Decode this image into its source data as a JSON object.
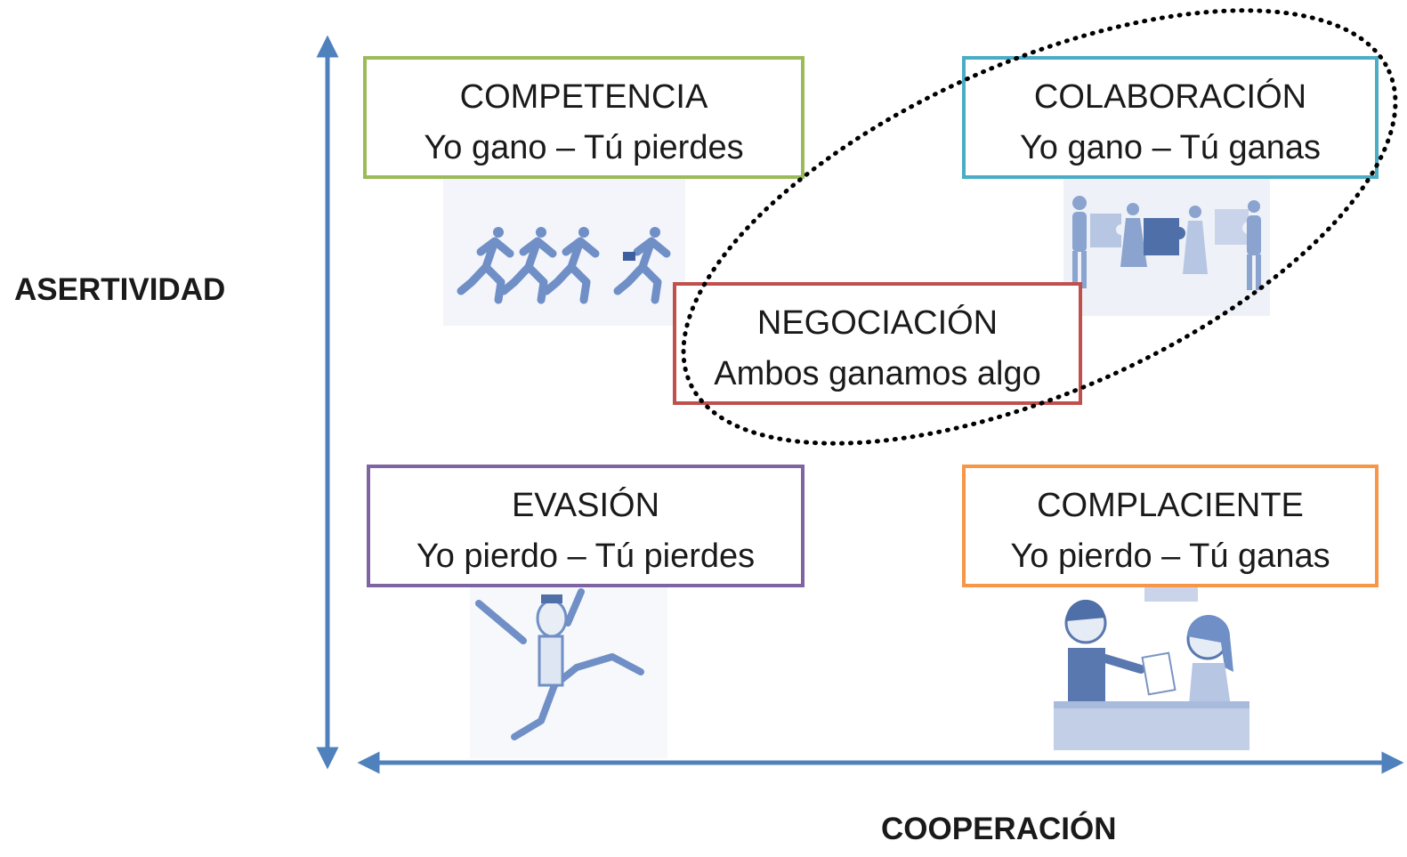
{
  "axes": {
    "y_label": "ASERTIVIDAD",
    "x_label": "COOPERACIÓN"
  },
  "styles": {
    "competencia": {
      "title": "COMPETENCIA",
      "subtitle": "Yo gano – Tú pierdes",
      "border_color": "#9bbb59",
      "illustration": "runners-icon"
    },
    "colaboracion": {
      "title": "COLABORACIÓN",
      "subtitle": "Yo gano – Tú ganas",
      "border_color": "#4bacc6",
      "illustration": "puzzle-team-icon"
    },
    "negociacion": {
      "title": "NEGOCIACIÓN",
      "subtitle": "Ambos ganamos algo",
      "border_color": "#c0504d"
    },
    "evasion": {
      "title": "EVASIÓN",
      "subtitle": "Yo pierdo – Tú pierdes",
      "border_color": "#8064a2",
      "illustration": "fleeing-man-icon"
    },
    "complaciente": {
      "title": "COMPLACIENTE",
      "subtitle": "Yo pierdo – Tú ganas",
      "border_color": "#f79646",
      "illustration": "counter-service-icon"
    }
  },
  "colors": {
    "axis": "#4f81bd",
    "illustration": "#7b94c4",
    "highlight_ellipse": "#000000"
  }
}
